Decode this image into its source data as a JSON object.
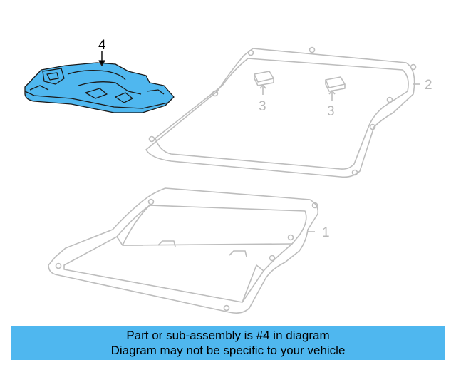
{
  "diagram": {
    "callouts": {
      "filter": "4",
      "pan_gasket": "2",
      "magnet_left": "3",
      "magnet_right": "3",
      "oil_pan": "1"
    },
    "colors": {
      "highlight_fill": "#4fb7ef",
      "highlight_stroke": "#1a1a1a",
      "line_art": "#bdbdbd"
    }
  },
  "banner": {
    "line1": "Part or sub-assembly is #4 in diagram",
    "line2": "Diagram may not be specific to your vehicle"
  }
}
